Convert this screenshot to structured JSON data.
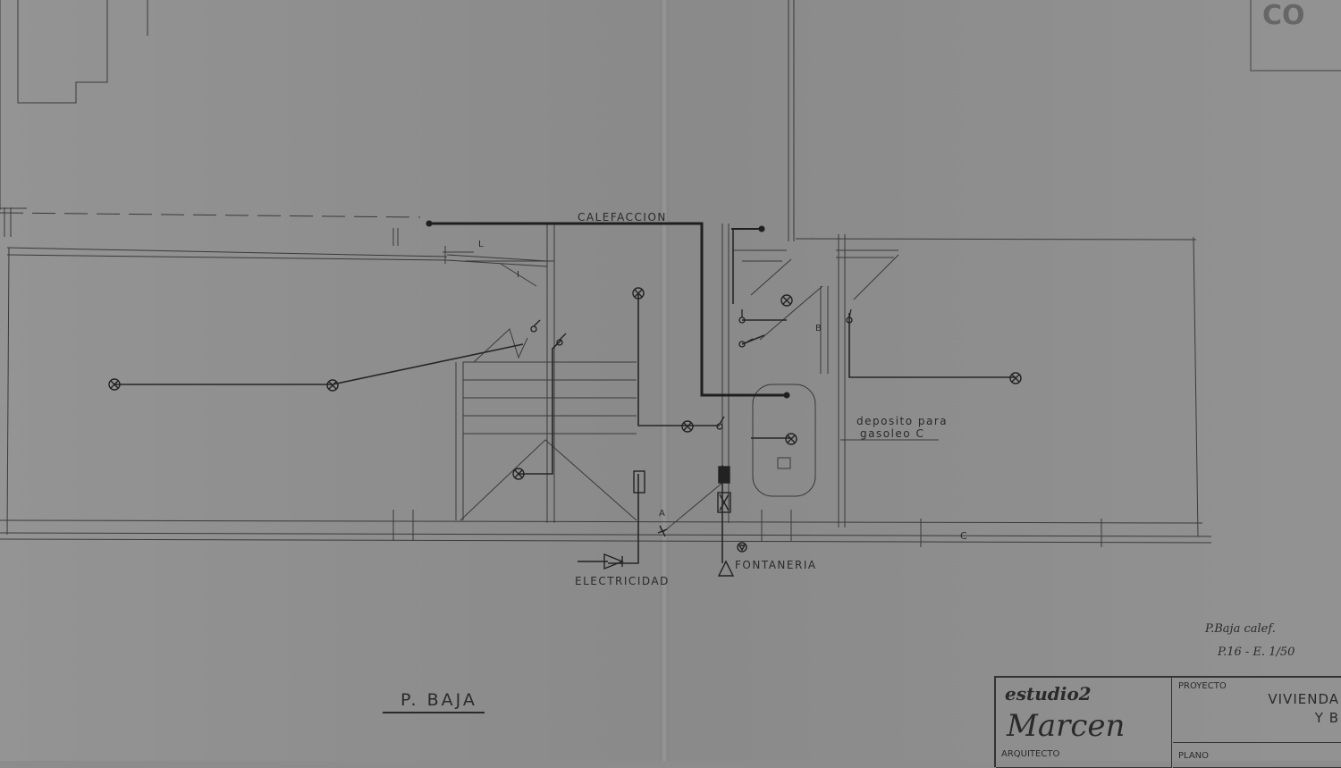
{
  "labels": {
    "calefaccion": "CALEFACCION",
    "deposito_line1": "deposito para",
    "deposito_line2": "gasoleo C",
    "electricidad": "ELECTRICIDAD",
    "fontaneria": "FONTANERIA",
    "plan_title": "P. BAJA",
    "dim_a": "A",
    "dim_b": "B",
    "dim_c": "C",
    "dim_l1": "L",
    "dim_l2": "I"
  },
  "handwritten": {
    "note_line1": "P.Baja calef.",
    "note_line2": "P.16 - E. 1/50"
  },
  "title_block": {
    "logo": "estudio2",
    "signature": "Marcen",
    "architect_caption": "ARQUITECTO",
    "project_caption": "PROYECTO",
    "project_line1": "VIVIENDA",
    "project_line2": "Y B",
    "plan_caption": "PLANO"
  },
  "corner_mark": "CO",
  "colors": {
    "paper": "#8e8e8e",
    "ink": "#2a2a2a",
    "pipe": "#1f1f1f"
  }
}
